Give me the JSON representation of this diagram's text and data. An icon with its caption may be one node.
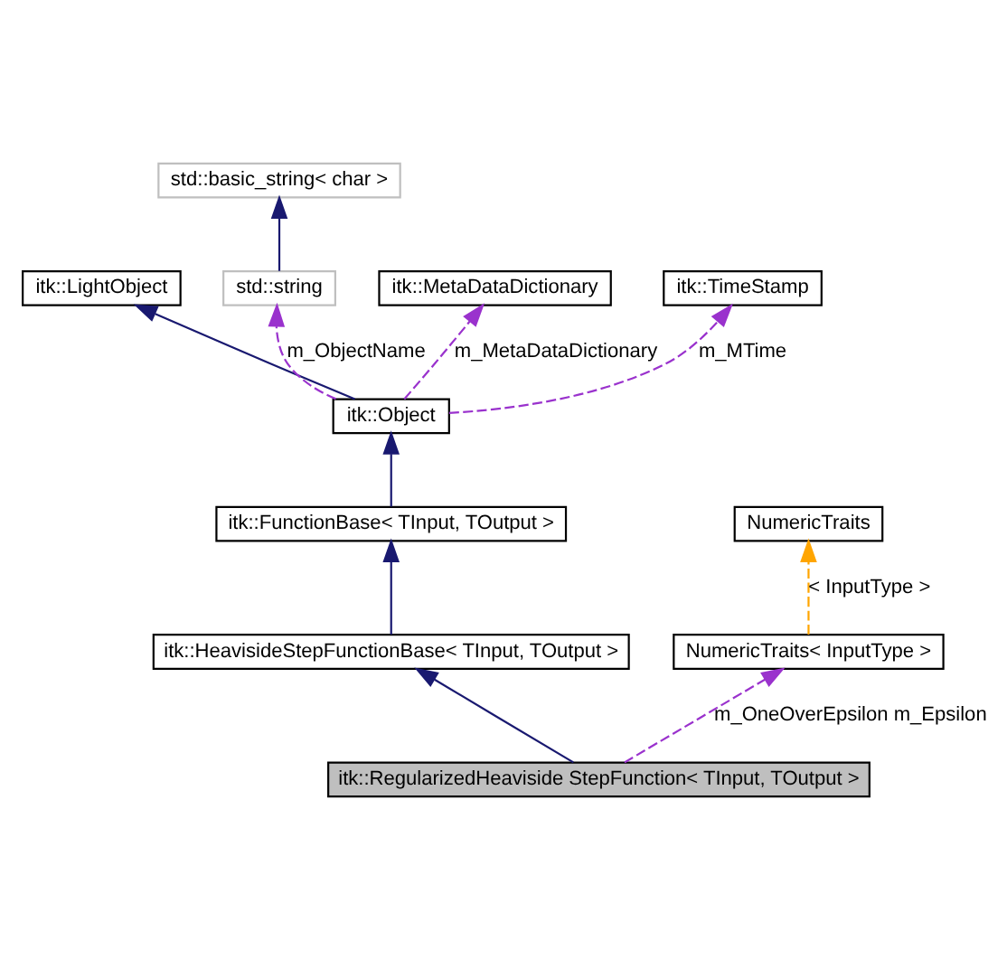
{
  "diagram": {
    "nodes": [
      {
        "text": [
          "std::basic_string< char >"
        ]
      },
      {
        "text": [
          "itk::LightObject"
        ]
      },
      {
        "text": [
          "std::string"
        ]
      },
      {
        "text": [
          "itk::MetaDataDictionary"
        ]
      },
      {
        "text": [
          "itk::TimeStamp"
        ]
      },
      {
        "text": [
          "itk::Object"
        ]
      },
      {
        "text": [
          "itk::FunctionBase< TInput, TOutput >"
        ]
      },
      {
        "text": [
          "NumericTraits"
        ]
      },
      {
        "text": [
          "itk::HeavisideStepFunctionBase< TInput, TOutput >"
        ]
      },
      {
        "text": [
          "NumericTraits< InputType >"
        ]
      },
      {
        "text": [
          "itk::RegularizedHeaviside StepFunction< TInput, TOutput >"
        ]
      }
    ],
    "edges": [
      {
        "from": 2,
        "to": 0,
        "arrow": "to"
      },
      {
        "from": 5,
        "to": 1,
        "arrow": "to"
      },
      {
        "from": 5,
        "to": 2,
        "arrow": "to",
        "label": "m_ObjectName",
        "style": "dashed",
        "color": "#9a32cd"
      },
      {
        "from": 5,
        "to": 3,
        "arrow": "to",
        "label": "m_MetaDataDictionary",
        "style": "dashed",
        "color": "#9a32cd"
      },
      {
        "from": 5,
        "to": 4,
        "arrow": "to",
        "label": "m_MTime",
        "style": "dashed",
        "color": "#9a32cd"
      },
      {
        "from": 6,
        "to": 5,
        "arrow": "to"
      },
      {
        "from": 8,
        "to": 6,
        "arrow": "to"
      },
      {
        "from": 9,
        "to": 7,
        "arrow": "to",
        "label": "< InputType >",
        "style": "dashed",
        "color": "#ffa500"
      },
      {
        "from": 10,
        "to": 8,
        "arrow": "to"
      },
      {
        "from": 10,
        "to": 9,
        "arrow": "to",
        "label": "m_OneOverEpsilon m_Epsilon",
        "style": "dashed",
        "color": "#9a32cd"
      }
    ]
  }
}
